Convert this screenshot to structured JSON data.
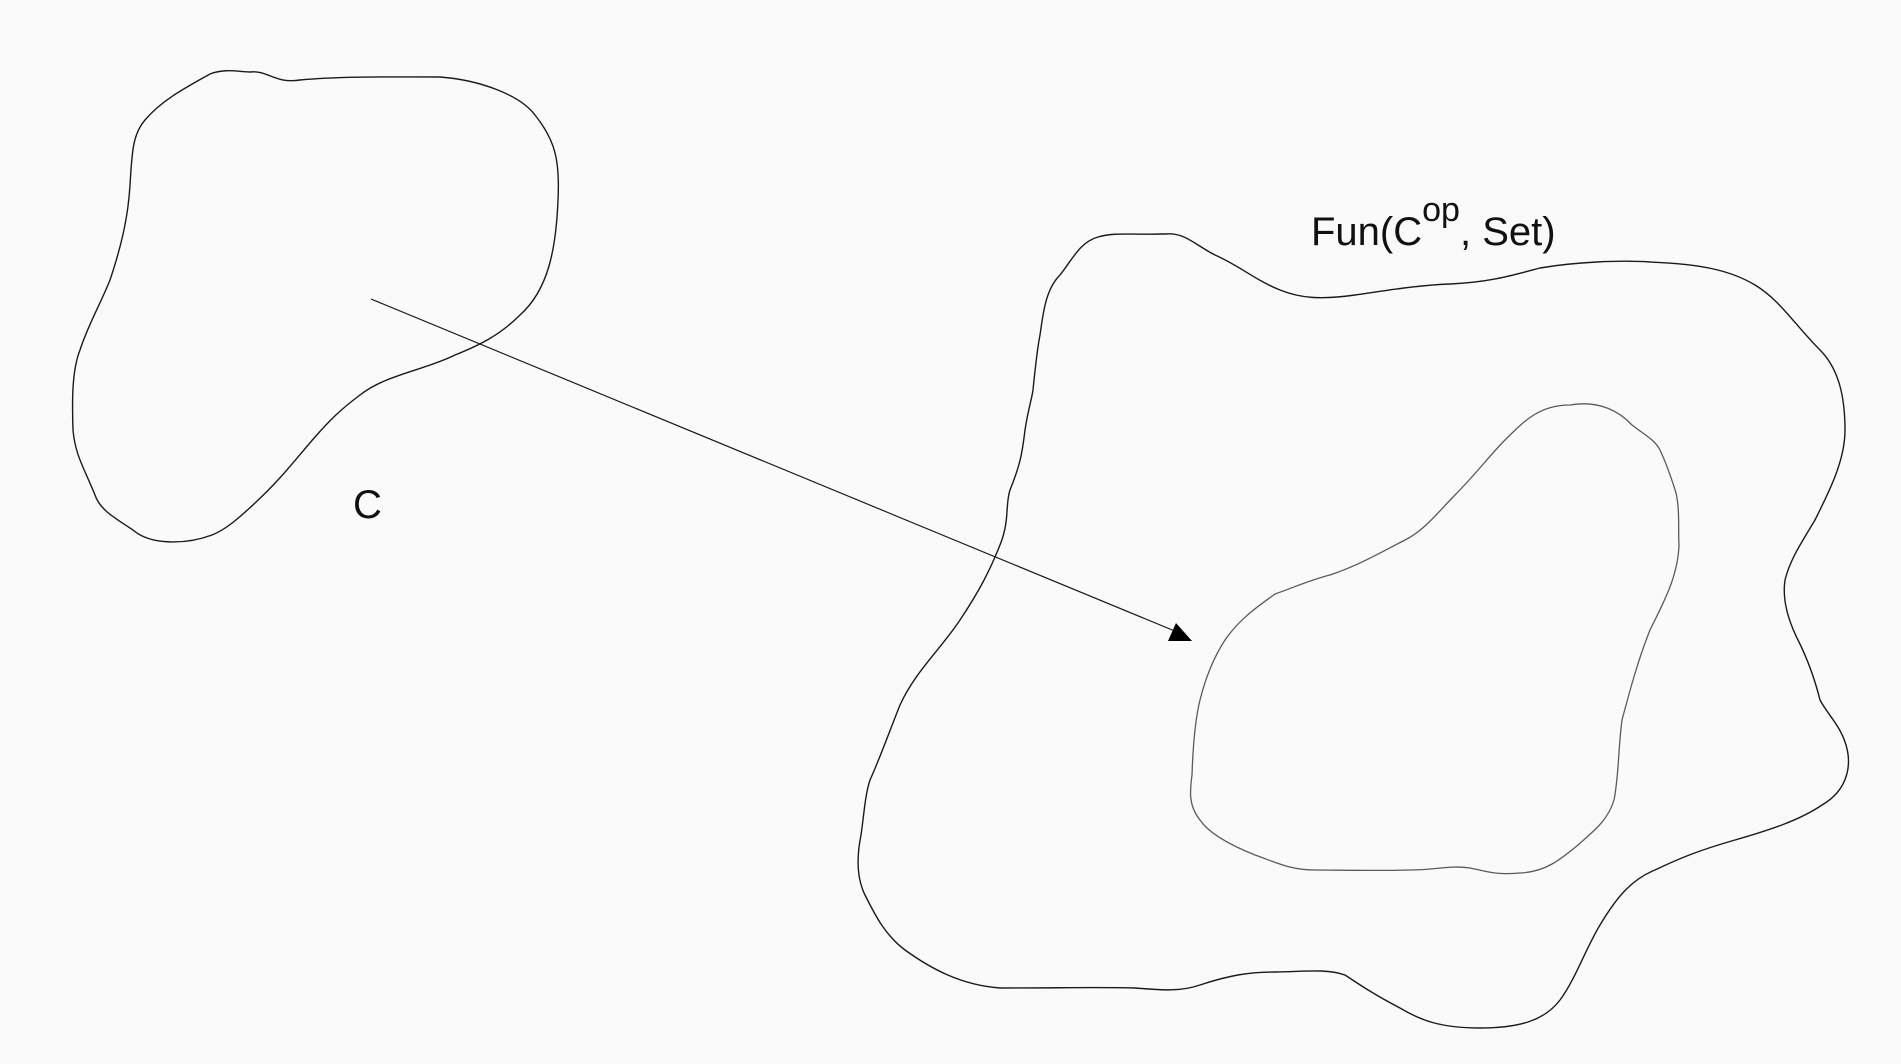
{
  "diagram": {
    "category_label": "C",
    "functor_category_label": {
      "base": "Fun(C",
      "superscript": "op",
      "rest": ", Set)"
    }
  }
}
